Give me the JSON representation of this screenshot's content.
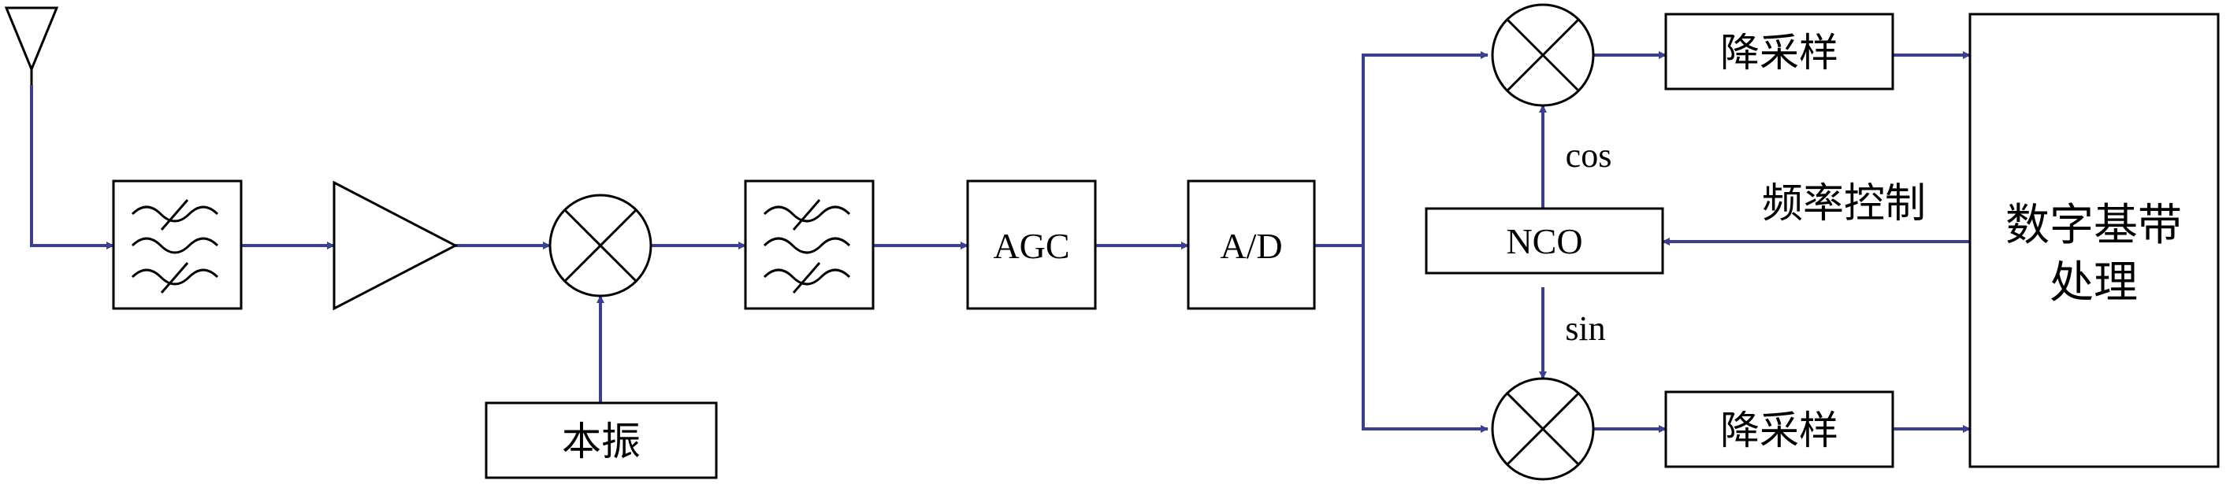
{
  "blocks": {
    "agc": "AGC",
    "adc": "A/D",
    "nco": "NCO",
    "local_oscillator": "本振",
    "downsample_top": "降采样",
    "downsample_bottom": "降采样",
    "baseband_line1": "数字基带",
    "baseband_line2": "处理"
  },
  "signals": {
    "cos": "cos",
    "sin": "sin",
    "frequency_control": "频率控制"
  },
  "colors": {
    "wire": "#3b3f8f",
    "block_stroke": "#000000"
  }
}
